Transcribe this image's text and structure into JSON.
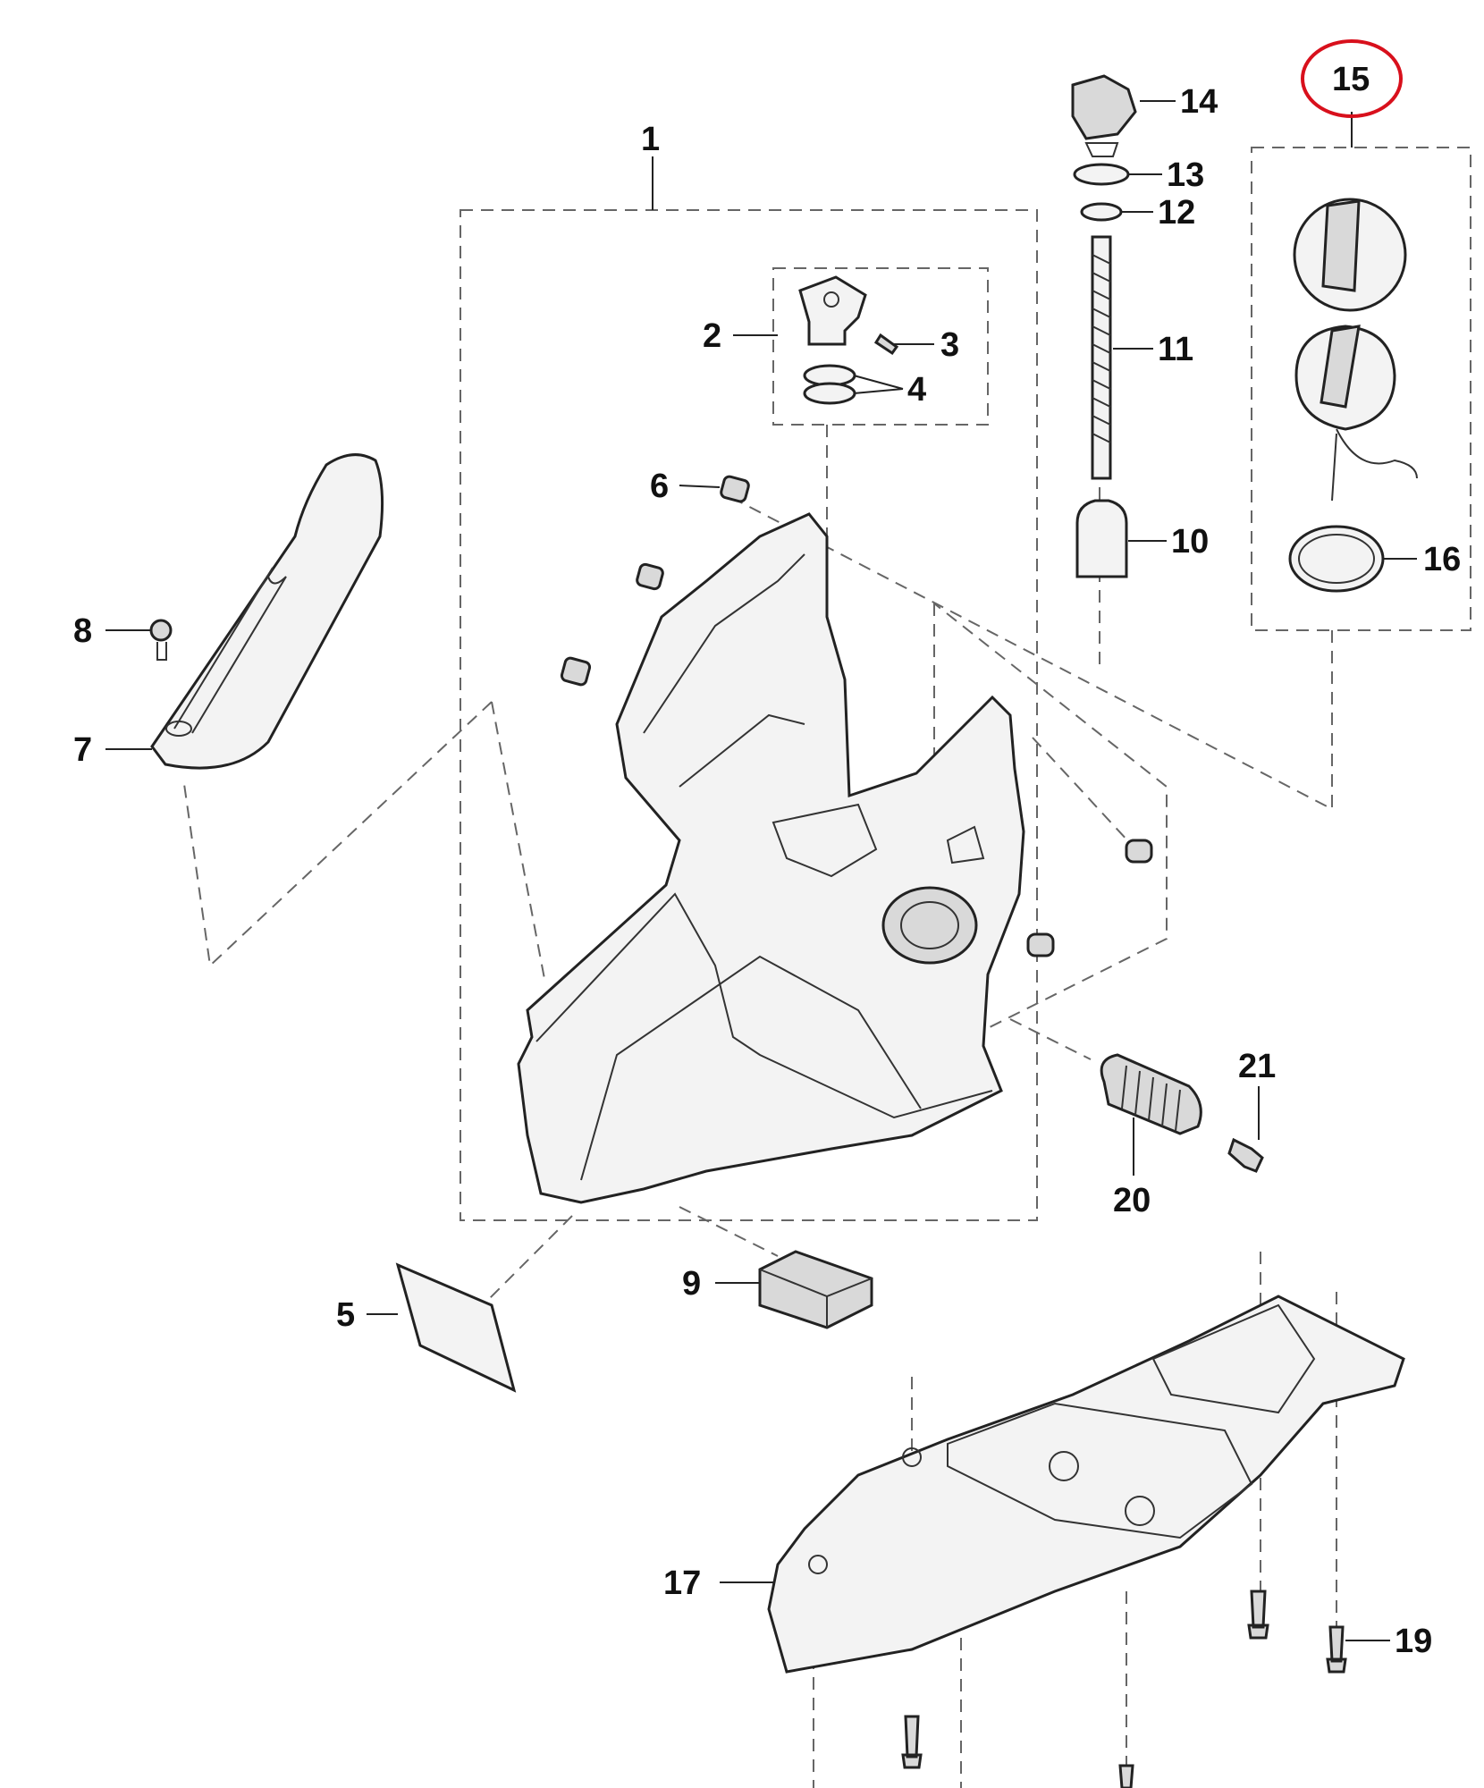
{
  "diagram": {
    "labels": {
      "l1": "1",
      "l2": "2",
      "l3": "3",
      "l4": "4",
      "l5": "5",
      "l6": "6",
      "l7": "7",
      "l8": "8",
      "l9": "9",
      "l10": "10",
      "l11": "11",
      "l12": "12",
      "l13": "13",
      "l14": "14",
      "l15": "15",
      "l16": "16",
      "l17": "17",
      "l19": "19",
      "l20": "20",
      "l21": "21"
    },
    "highlight": {
      "part": "15",
      "color": "#d8101c"
    }
  }
}
